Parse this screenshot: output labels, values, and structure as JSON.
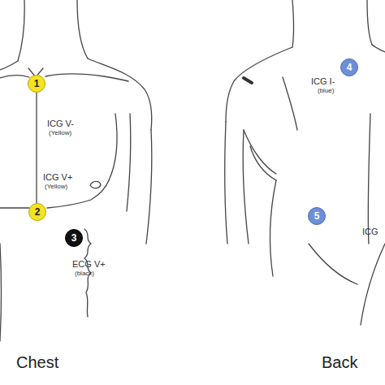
{
  "diagram": {
    "nodes": [
      {
        "text": [
          "1"
        ]
      },
      {
        "text": [
          "2"
        ]
      },
      {
        "text": [
          "3"
        ]
      },
      {
        "text": [
          "4"
        ]
      },
      {
        "text": [
          "5"
        ]
      }
    ],
    "labels": [
      "ICG V-",
      "(Yellow)",
      "ICG V+",
      "(Yellow)",
      "ECG V+",
      "(black)",
      "ICG I-",
      "(blue)",
      "ICG",
      "Chest",
      "Back"
    ]
  }
}
